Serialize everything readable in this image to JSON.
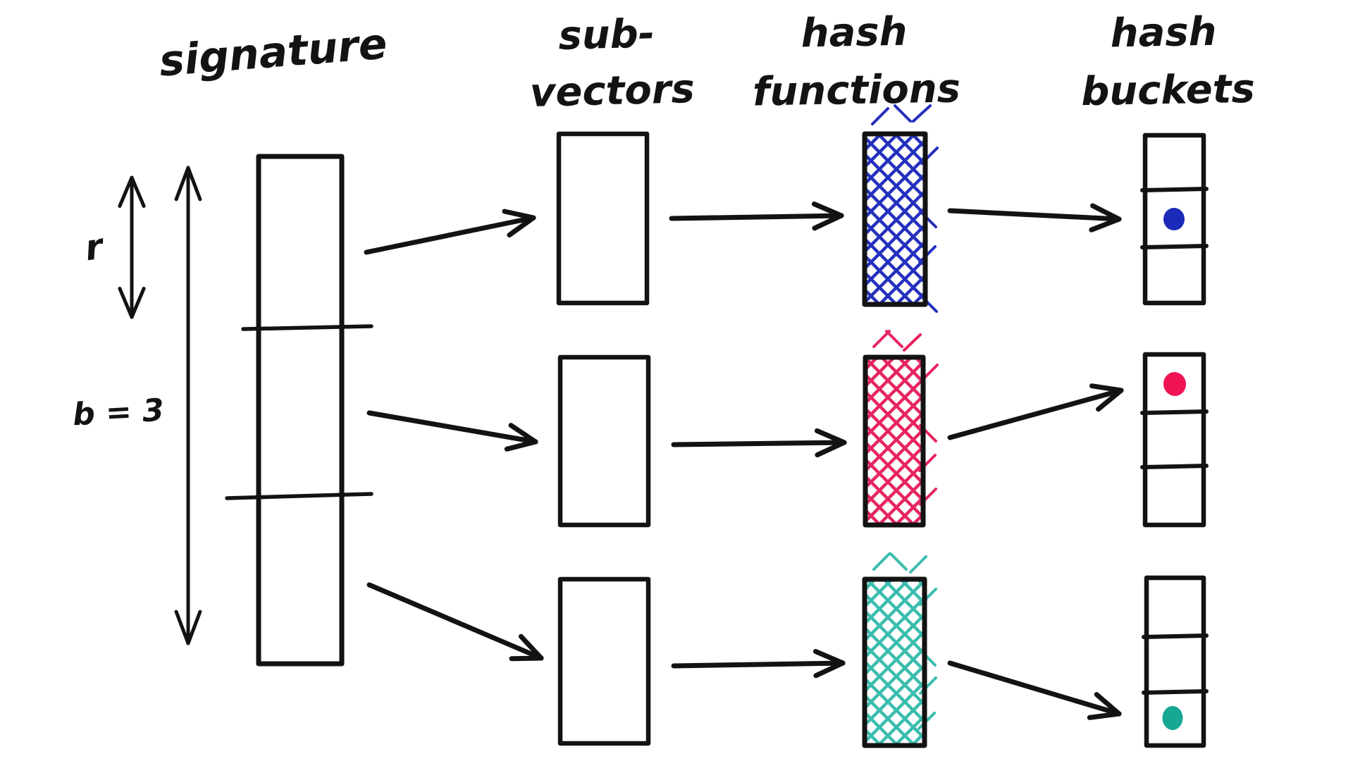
{
  "diagram": {
    "title_labels": {
      "column1": "signature",
      "column2_line1": "sub-",
      "column2_line2": "vectors",
      "column3_line1": "hash",
      "column3_line2": "functions",
      "column4_line1": "hash",
      "column4_line2": "buckets"
    },
    "annotations": {
      "rows_label": "r",
      "bands_label": "b = 3"
    },
    "colors": {
      "ink": "#131313",
      "blue_hatch": "#2430bd",
      "blue_dot": "#1b2ab8",
      "pink_hatch": "#e62560",
      "pink_dot": "#f01457",
      "teal_hatch": "#3abdad",
      "teal_dot": "#16a795"
    }
  }
}
